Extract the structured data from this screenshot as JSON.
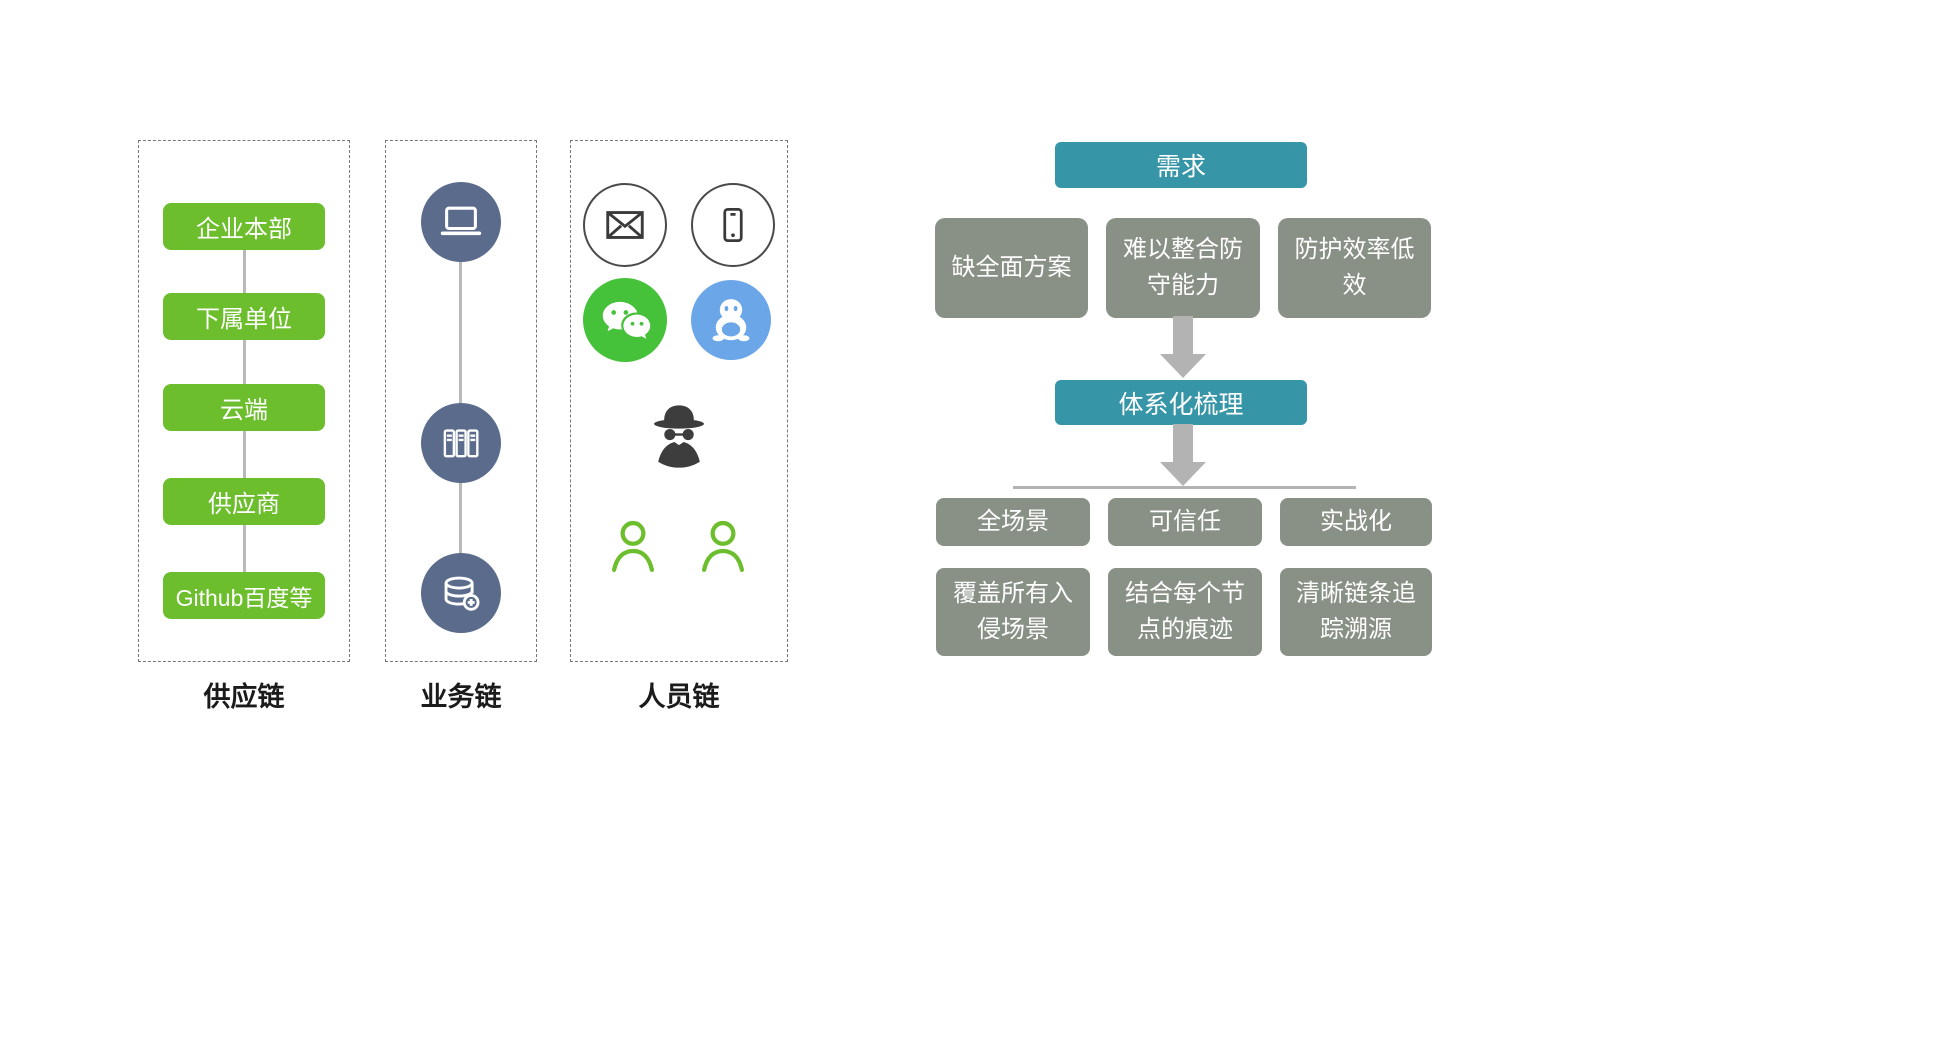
{
  "colors": {
    "green": "#6cbe2d",
    "teal": "#3795a8",
    "gray_box": "#899086",
    "blue_gray_circle": "#5a6b8c",
    "wechat_green": "#46c13a",
    "qq_blue": "#6aa6e8",
    "arrow_gray": "#b3b3b3",
    "connector_gray": "#b9b9b9"
  },
  "supply_chain": {
    "label": "供应链",
    "items": [
      "企业本部",
      "下属单位",
      "云端",
      "供应商",
      "Github百度等"
    ]
  },
  "business_chain": {
    "label": "业务链",
    "icons": [
      "laptop-icon",
      "server-rack-icon",
      "database-add-icon"
    ]
  },
  "personnel_chain": {
    "label": "人员链",
    "icons": [
      "mail-icon",
      "smartphone-icon",
      "wechat-icon",
      "qq-icon",
      "spy-icon",
      "person-icon",
      "person-icon"
    ]
  },
  "flowchart": {
    "need_label": "需求",
    "problems": [
      "缺全面方案",
      "难以整合防守能力",
      "防护效率低效"
    ],
    "process_label": "体系化梳理",
    "principles": [
      "全场景",
      "可信任",
      "实战化"
    ],
    "details": [
      "覆盖所有入侵场景",
      "结合每个节点的痕迹",
      "清晰链条追踪溯源"
    ]
  }
}
